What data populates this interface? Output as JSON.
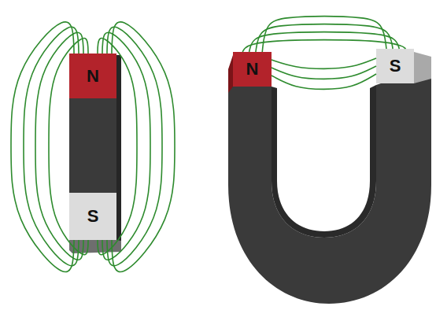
{
  "diagram": {
    "nodes": [
      {
        "text": [
          "N"
        ]
      },
      {
        "text": [
          "S"
        ]
      },
      {
        "text": [
          "N"
        ]
      },
      {
        "text": [
          "S"
        ]
      }
    ],
    "edges": [
      {
        "from": 0,
        "to": 1,
        "arrow": "none"
      },
      {
        "from": 0,
        "to": 1,
        "arrow": "none"
      },
      {
        "from": 0,
        "to": 1,
        "arrow": "none"
      },
      {
        "from": 0,
        "to": 1,
        "arrow": "none"
      },
      {
        "from": 0,
        "to": 1,
        "arrow": "none"
      },
      {
        "from": 0,
        "to": 1,
        "arrow": "none"
      },
      {
        "from": 0,
        "to": 1,
        "arrow": "none"
      },
      {
        "from": 0,
        "to": 1,
        "arrow": "none"
      },
      {
        "from": 2,
        "to": 3,
        "arrow": "none"
      },
      {
        "from": 2,
        "to": 3,
        "arrow": "none"
      },
      {
        "from": 2,
        "to": 3,
        "arrow": "none"
      },
      {
        "from": 2,
        "to": 3,
        "arrow": "none"
      },
      {
        "from": 2,
        "to": 3,
        "arrow": "none"
      },
      {
        "from": 2,
        "to": 3,
        "arrow": "none"
      },
      {
        "from": 2,
        "to": 3,
        "arrow": "none"
      }
    ]
  }
}
